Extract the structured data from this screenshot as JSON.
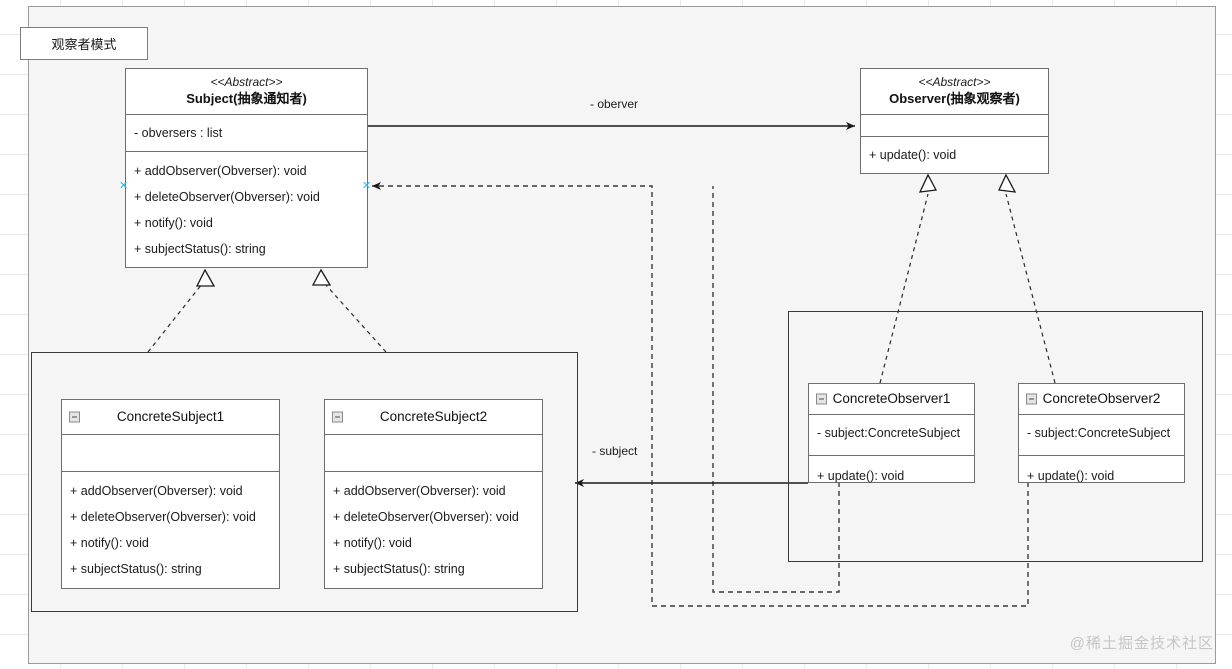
{
  "diagram": {
    "title_box": {
      "label": "观察者模式"
    },
    "watermark": "@稀土掘金技术社区",
    "colors": {
      "canvas_bg": "#f5f5f5",
      "box_border": "#6e6e6e",
      "group_border": "#3b3b3b",
      "handle": "#29b6e8",
      "text": "#1a1a1a",
      "watermark": "#c6c6c6"
    }
  },
  "classes": {
    "subject": {
      "stereotype": "<<Abstract>>",
      "name": "Subject(抽象通知者)",
      "attributes": [
        "- obversers : list"
      ],
      "methods": [
        "+ addObserver(Obverser): void",
        "+ deleteObserver(Obverser): void",
        "+ notify(): void",
        "+ subjectStatus(): string"
      ]
    },
    "observer": {
      "stereotype": "<<Abstract>>",
      "name": "Observer(抽象观察者)",
      "attributes": [],
      "methods": [
        "+ update(): void"
      ]
    },
    "concrete_subject_1": {
      "name": "ConcreteSubject1",
      "attributes": [],
      "methods": [
        "+ addObserver(Obverser): void",
        "+ deleteObserver(Obverser): void",
        "+ notify(): void",
        "+ subjectStatus(): string"
      ]
    },
    "concrete_subject_2": {
      "name": "ConcreteSubject2",
      "attributes": [],
      "methods": [
        "+ addObserver(Obverser): void",
        "+ deleteObserver(Obverser): void",
        "+ notify(): void",
        "+ subjectStatus(): string"
      ]
    },
    "concrete_observer_1": {
      "name": "ConcreteObserver1",
      "attributes": [
        "- subject:ConcreteSubject"
      ],
      "methods": [
        "+ update(): void"
      ]
    },
    "concrete_observer_2": {
      "name": "ConcreteObserver2",
      "attributes": [
        "- subject:ConcreteSubject"
      ],
      "methods": [
        "+ update(): void"
      ]
    }
  },
  "edges": {
    "observer_association_label": "- oberver",
    "subject_association_label": "- subject"
  }
}
